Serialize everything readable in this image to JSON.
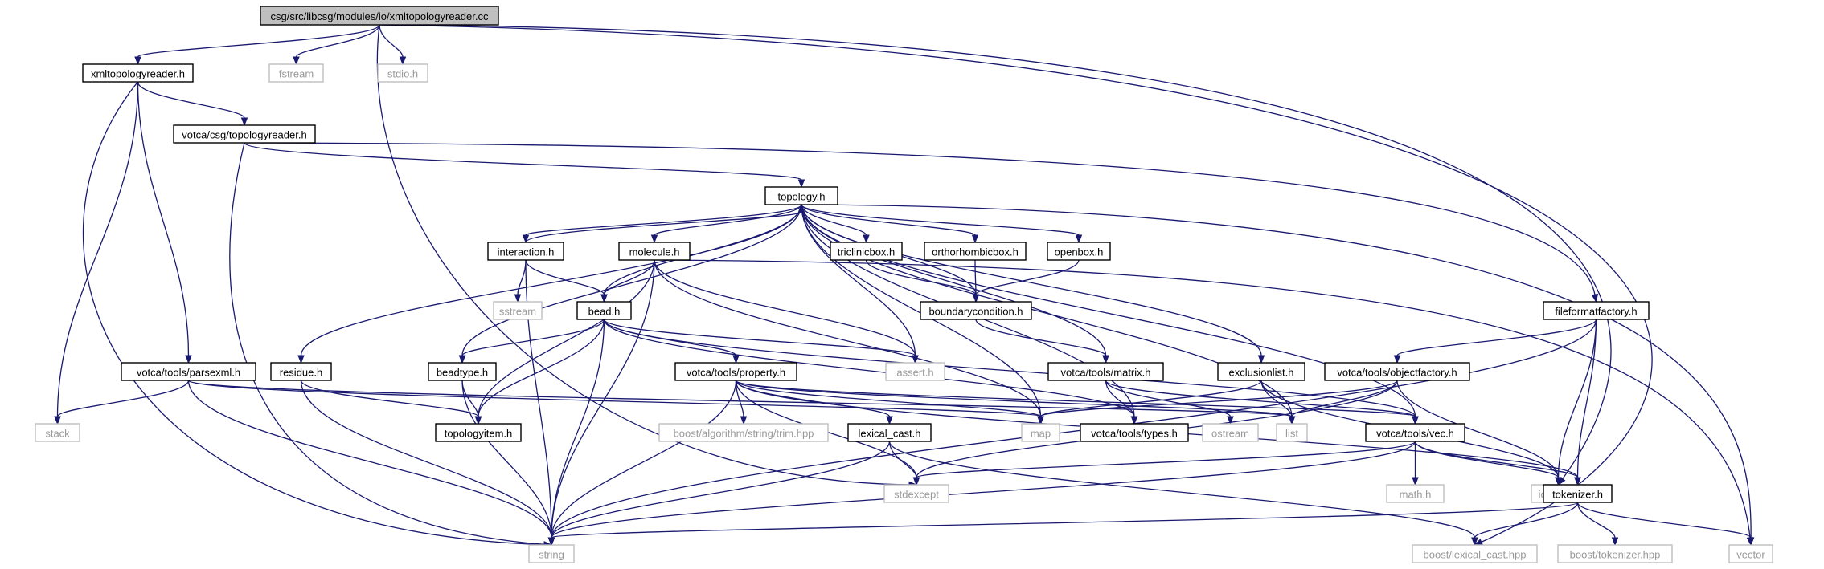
{
  "graph": {
    "title": "csg/src/libcsg/modules/io/xmltopologyreader.cc",
    "colors": {
      "edge": "#191970",
      "root_fill": "#bfbfbf",
      "internal_border": "#000000",
      "external_border": "#bfbfbf",
      "external_text": "#9a9a9a"
    },
    "nodes": [
      {
        "id": "root",
        "label": "csg/src/libcsg/modules/io/xmltopologyreader.cc",
        "kind": "root"
      },
      {
        "id": "xmltopologyreader_h",
        "label": "xmltopologyreader.h",
        "kind": "internal"
      },
      {
        "id": "fstream",
        "label": "fstream",
        "kind": "external"
      },
      {
        "id": "stdio_h",
        "label": "stdio.h",
        "kind": "external"
      },
      {
        "id": "votca_csg_topologyreader_h",
        "label": "votca/csg/topologyreader.h",
        "kind": "internal"
      },
      {
        "id": "topology_h",
        "label": "topology.h",
        "kind": "internal"
      },
      {
        "id": "interaction_h",
        "label": "interaction.h",
        "kind": "internal"
      },
      {
        "id": "molecule_h",
        "label": "molecule.h",
        "kind": "internal"
      },
      {
        "id": "triclinicbox_h",
        "label": "triclinicbox.h",
        "kind": "internal"
      },
      {
        "id": "orthorhombicbox_h",
        "label": "orthorhombicbox.h",
        "kind": "internal"
      },
      {
        "id": "openbox_h",
        "label": "openbox.h",
        "kind": "internal"
      },
      {
        "id": "sstream",
        "label": "sstream",
        "kind": "external"
      },
      {
        "id": "bead_h",
        "label": "bead.h",
        "kind": "internal"
      },
      {
        "id": "boundarycondition_h",
        "label": "boundarycondition.h",
        "kind": "internal"
      },
      {
        "id": "fileformatfactory_h",
        "label": "fileformatfactory.h",
        "kind": "internal"
      },
      {
        "id": "residue_h",
        "label": "residue.h",
        "kind": "internal"
      },
      {
        "id": "beadtype_h",
        "label": "beadtype.h",
        "kind": "internal"
      },
      {
        "id": "votca_tools_property_h",
        "label": "votca/tools/property.h",
        "kind": "internal"
      },
      {
        "id": "assert_h",
        "label": "assert.h",
        "kind": "external"
      },
      {
        "id": "votca_tools_matrix_h",
        "label": "votca/tools/matrix.h",
        "kind": "internal"
      },
      {
        "id": "exclusionlist_h",
        "label": "exclusionlist.h",
        "kind": "internal"
      },
      {
        "id": "votca_tools_objectfactory_h",
        "label": "votca/tools/objectfactory.h",
        "kind": "internal"
      },
      {
        "id": "votca_tools_parsexml_h",
        "label": "votca/tools/parsexml.h",
        "kind": "internal"
      },
      {
        "id": "stack",
        "label": "stack",
        "kind": "external"
      },
      {
        "id": "topologyitem_h",
        "label": "topologyitem.h",
        "kind": "internal"
      },
      {
        "id": "boost_algorithm_string_trim_hpp",
        "label": "boost/algorithm/string/trim.hpp",
        "kind": "external"
      },
      {
        "id": "lexical_cast_h",
        "label": "lexical_cast.h",
        "kind": "internal"
      },
      {
        "id": "map",
        "label": "map",
        "kind": "external"
      },
      {
        "id": "votca_tools_types_h",
        "label": "votca/tools/types.h",
        "kind": "internal"
      },
      {
        "id": "ostream",
        "label": "ostream",
        "kind": "external"
      },
      {
        "id": "list",
        "label": "list",
        "kind": "external"
      },
      {
        "id": "votca_tools_vec_h",
        "label": "votca/tools/vec.h",
        "kind": "internal"
      },
      {
        "id": "iostream",
        "label": "iostream",
        "kind": "external"
      },
      {
        "id": "stdexcept",
        "label": "stdexcept",
        "kind": "external"
      },
      {
        "id": "math_h",
        "label": "math.h",
        "kind": "external"
      },
      {
        "id": "tokenizer_h",
        "label": "tokenizer.h",
        "kind": "internal"
      },
      {
        "id": "string",
        "label": "string",
        "kind": "external"
      },
      {
        "id": "boost_lexical_cast_hpp",
        "label": "boost/lexical_cast.hpp",
        "kind": "external"
      },
      {
        "id": "boost_tokenizer_hpp",
        "label": "boost/tokenizer.hpp",
        "kind": "external"
      },
      {
        "id": "vector",
        "label": "vector",
        "kind": "external"
      }
    ],
    "edges": [
      [
        "root",
        "xmltopologyreader_h"
      ],
      [
        "root",
        "fstream"
      ],
      [
        "root",
        "stdio_h"
      ],
      [
        "root",
        "iostream"
      ],
      [
        "root",
        "boost_lexical_cast_hpp"
      ],
      [
        "root",
        "stdexcept"
      ],
      [
        "xmltopologyreader_h",
        "votca_csg_topologyreader_h"
      ],
      [
        "xmltopologyreader_h",
        "votca_tools_parsexml_h"
      ],
      [
        "xmltopologyreader_h",
        "stack"
      ],
      [
        "xmltopologyreader_h",
        "string"
      ],
      [
        "votca_csg_topologyreader_h",
        "topology_h"
      ],
      [
        "votca_csg_topologyreader_h",
        "fileformatfactory_h"
      ],
      [
        "votca_csg_topologyreader_h",
        "string"
      ],
      [
        "topology_h",
        "interaction_h"
      ],
      [
        "topology_h",
        "molecule_h"
      ],
      [
        "topology_h",
        "triclinicbox_h"
      ],
      [
        "topology_h",
        "orthorhombicbox_h"
      ],
      [
        "topology_h",
        "openbox_h"
      ],
      [
        "topology_h",
        "bead_h"
      ],
      [
        "topology_h",
        "boundarycondition_h"
      ],
      [
        "topology_h",
        "residue_h"
      ],
      [
        "topology_h",
        "beadtype_h"
      ],
      [
        "topology_h",
        "assert_h"
      ],
      [
        "topology_h",
        "map"
      ],
      [
        "topology_h",
        "votca_tools_types_h"
      ],
      [
        "topology_h",
        "votca_tools_matrix_h"
      ],
      [
        "topology_h",
        "list"
      ],
      [
        "topology_h",
        "votca_tools_vec_h"
      ],
      [
        "topology_h",
        "exclusionlist_h"
      ],
      [
        "topology_h",
        "vector"
      ],
      [
        "interaction_h",
        "topology_h"
      ],
      [
        "interaction_h",
        "sstream"
      ],
      [
        "interaction_h",
        "bead_h"
      ],
      [
        "interaction_h",
        "string"
      ],
      [
        "molecule_h",
        "bead_h"
      ],
      [
        "molecule_h",
        "topologyitem_h"
      ],
      [
        "molecule_h",
        "assert_h"
      ],
      [
        "molecule_h",
        "map"
      ],
      [
        "molecule_h",
        "string"
      ],
      [
        "molecule_h",
        "vector"
      ],
      [
        "triclinicbox_h",
        "boundarycondition_h"
      ],
      [
        "orthorhombicbox_h",
        "boundarycondition_h"
      ],
      [
        "openbox_h",
        "boundarycondition_h"
      ],
      [
        "boundarycondition_h",
        "votca_tools_matrix_h"
      ],
      [
        "bead_h",
        "beadtype_h"
      ],
      [
        "bead_h",
        "topologyitem_h"
      ],
      [
        "bead_h",
        "votca_tools_property_h"
      ],
      [
        "bead_h",
        "assert_h"
      ],
      [
        "bead_h",
        "votca_tools_types_h"
      ],
      [
        "bead_h",
        "votca_tools_vec_h"
      ],
      [
        "bead_h",
        "string"
      ],
      [
        "residue_h",
        "topologyitem_h"
      ],
      [
        "residue_h",
        "string"
      ],
      [
        "beadtype_h",
        "topologyitem_h"
      ],
      [
        "beadtype_h",
        "string"
      ],
      [
        "votca_tools_property_h",
        "boost_algorithm_string_trim_hpp"
      ],
      [
        "votca_tools_property_h",
        "lexical_cast_h"
      ],
      [
        "votca_tools_property_h",
        "map"
      ],
      [
        "votca_tools_property_h",
        "list"
      ],
      [
        "votca_tools_property_h",
        "votca_tools_vec_h"
      ],
      [
        "votca_tools_property_h",
        "stdexcept"
      ],
      [
        "votca_tools_property_h",
        "string"
      ],
      [
        "votca_tools_property_h",
        "tokenizer_h"
      ],
      [
        "lexical_cast_h",
        "stdexcept"
      ],
      [
        "lexical_cast_h",
        "string"
      ],
      [
        "lexical_cast_h",
        "boost_lexical_cast_hpp"
      ],
      [
        "votca_tools_matrix_h",
        "votca_tools_types_h"
      ],
      [
        "votca_tools_matrix_h",
        "ostream"
      ],
      [
        "votca_tools_matrix_h",
        "votca_tools_vec_h"
      ],
      [
        "exclusionlist_h",
        "map"
      ],
      [
        "exclusionlist_h",
        "list"
      ],
      [
        "exclusionlist_h",
        "iostream"
      ],
      [
        "fileformatfactory_h",
        "votca_tools_objectfactory_h"
      ],
      [
        "fileformatfactory_h",
        "tokenizer_h"
      ],
      [
        "fileformatfactory_h",
        "iostream"
      ],
      [
        "fileformatfactory_h",
        "string"
      ],
      [
        "votca_tools_objectfactory_h",
        "map"
      ],
      [
        "votca_tools_objectfactory_h",
        "list"
      ],
      [
        "votca_tools_objectfactory_h",
        "iostream"
      ],
      [
        "votca_tools_objectfactory_h",
        "stdexcept"
      ],
      [
        "votca_tools_parsexml_h",
        "stack"
      ],
      [
        "votca_tools_parsexml_h",
        "list"
      ],
      [
        "votca_tools_parsexml_h",
        "map"
      ],
      [
        "votca_tools_parsexml_h",
        "string"
      ],
      [
        "votca_tools_vec_h",
        "math_h"
      ],
      [
        "votca_tools_vec_h",
        "tokenizer_h"
      ],
      [
        "votca_tools_vec_h",
        "iostream"
      ],
      [
        "votca_tools_vec_h",
        "stdexcept"
      ],
      [
        "votca_tools_vec_h",
        "string"
      ],
      [
        "tokenizer_h",
        "string"
      ],
      [
        "tokenizer_h",
        "vector"
      ],
      [
        "tokenizer_h",
        "boost_tokenizer_hpp"
      ],
      [
        "tokenizer_h",
        "boost_lexical_cast_hpp"
      ]
    ]
  }
}
